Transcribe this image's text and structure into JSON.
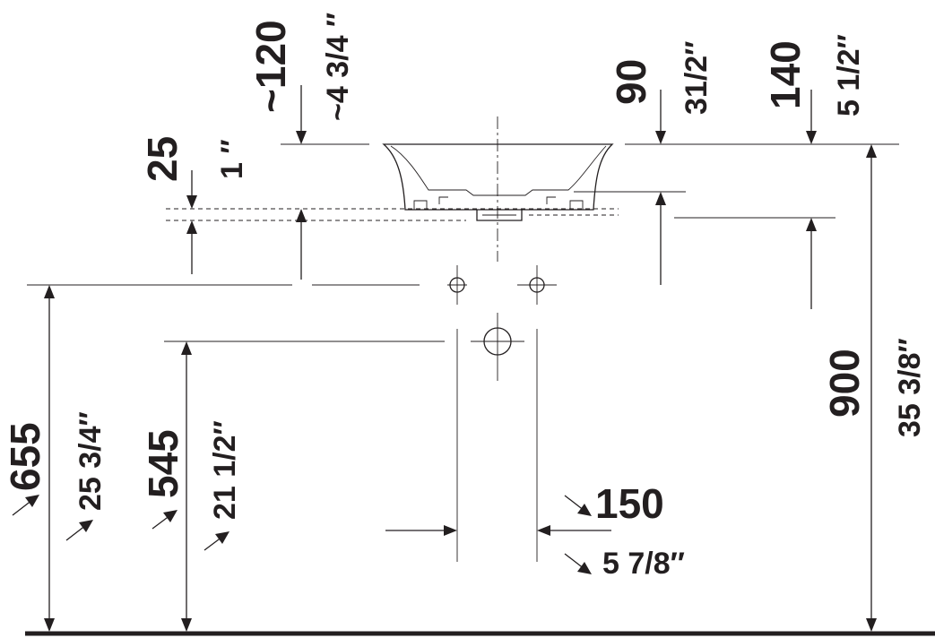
{
  "dimensions": {
    "basin_height_mm": "~120",
    "basin_height_in": "~4 3/4 ″",
    "rim_thickness_mm": "25",
    "rim_thickness_in": "1 ″",
    "mixer_offset_mm": "90",
    "mixer_offset_in": "31/2″",
    "valve_offset_mm": "140",
    "valve_offset_in": "5 1/2″",
    "supply_height_mm": "655",
    "supply_height_in": "25 3/4″",
    "drain_height_mm": "545",
    "drain_height_in": "21 1/2″",
    "total_height_mm": "900",
    "total_height_in": "35 3/8″",
    "supply_spacing_mm": "150",
    "supply_spacing_in": "5 7/8″"
  },
  "colors": {
    "line": "#231f20",
    "background": "#ffffff"
  }
}
